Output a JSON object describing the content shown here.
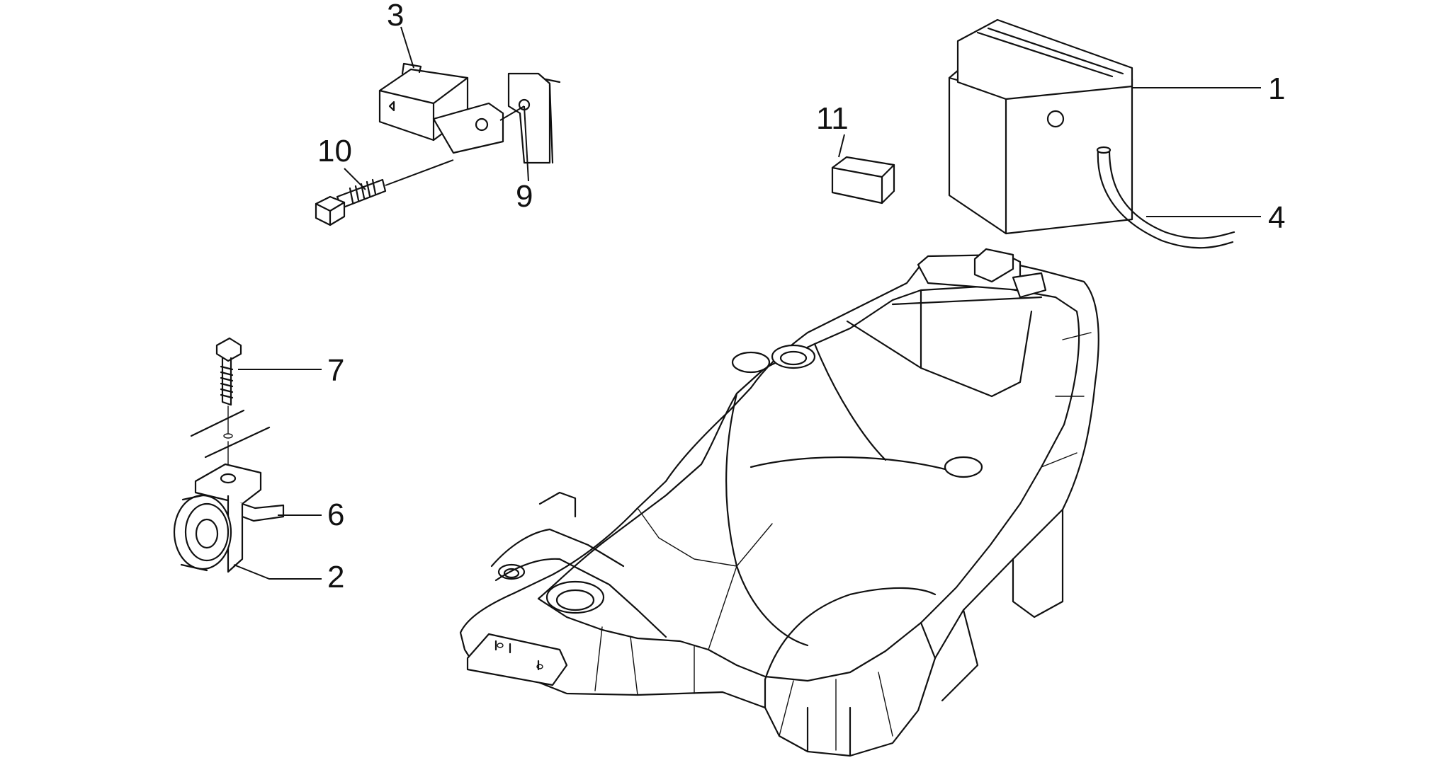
{
  "callouts": [
    {
      "id": "1",
      "label": "1"
    },
    {
      "id": "2",
      "label": "2"
    },
    {
      "id": "3",
      "label": "3"
    },
    {
      "id": "4",
      "label": "4"
    },
    {
      "id": "6",
      "label": "6"
    },
    {
      "id": "7",
      "label": "7"
    },
    {
      "id": "9",
      "label": "9"
    },
    {
      "id": "10",
      "label": "10"
    },
    {
      "id": "11",
      "label": "11"
    }
  ],
  "colors": {
    "line": "#111111",
    "background": "#ffffff",
    "shade": "#e6e6e6"
  }
}
